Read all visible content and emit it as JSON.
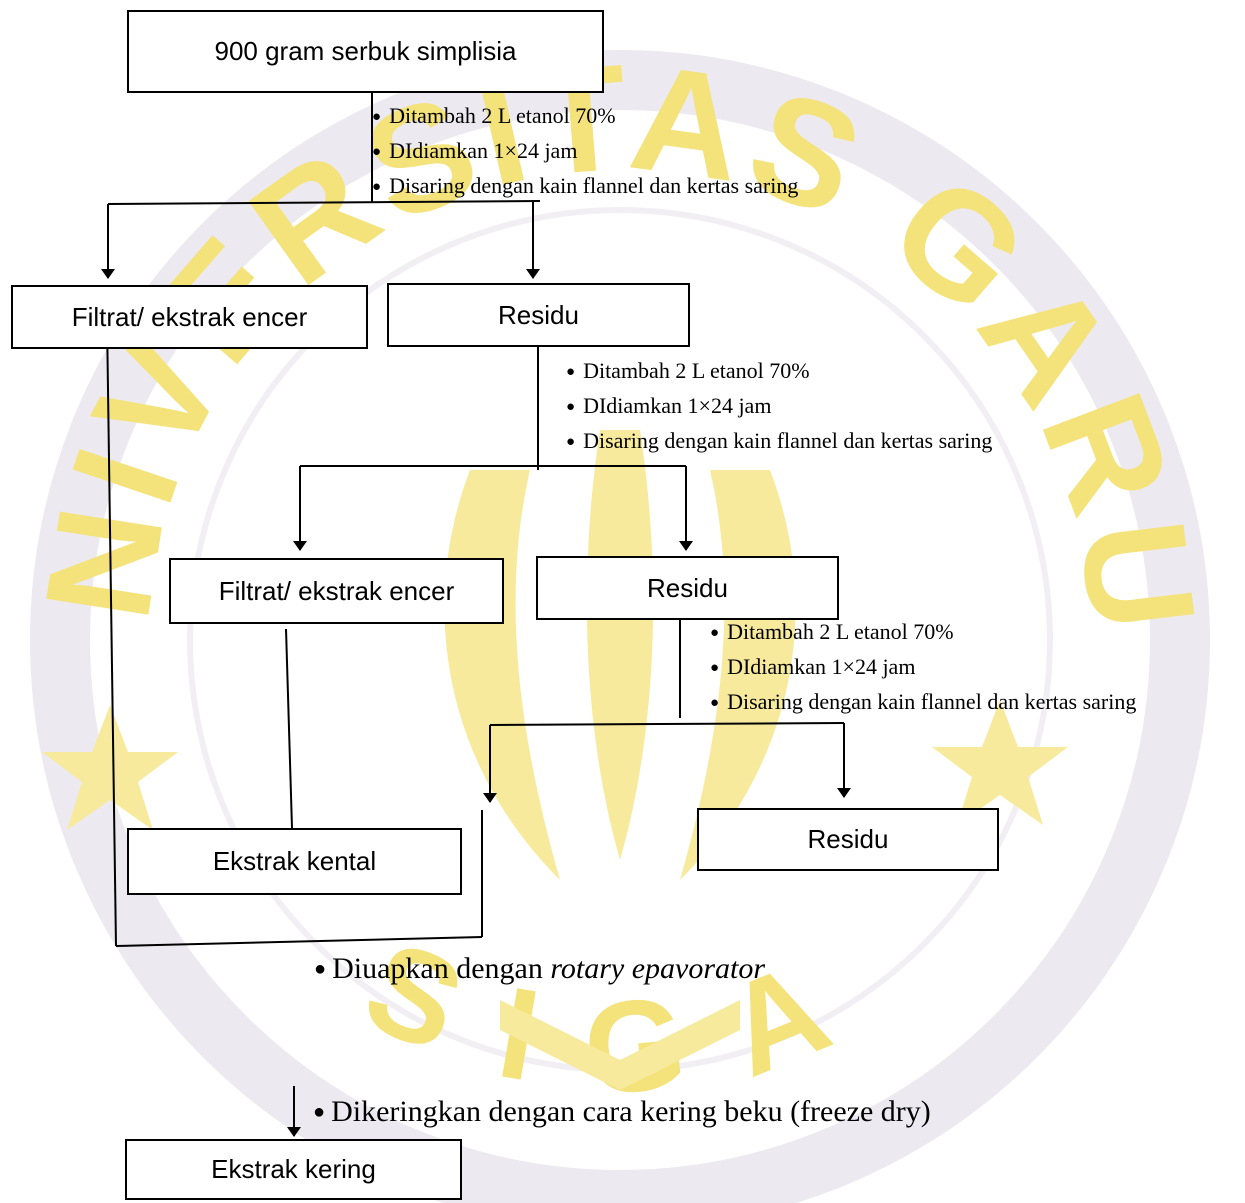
{
  "watermark": {
    "text_top": "UNIVERSITAS GARUT",
    "text_bottom": "SIGA",
    "color": "#f4e27a",
    "ring_color": "#e8e6ec"
  },
  "boxes": {
    "start": "900 gram serbuk simplisia",
    "filtrat1": "Filtrat/ ekstrak encer",
    "residu1": "Residu",
    "filtrat2": "Filtrat/ ekstrak encer",
    "residu2": "Residu",
    "residu3": "Residu",
    "ekstrak_kental": "Ekstrak kental",
    "ekstrak_kering": "Ekstrak kering"
  },
  "steps": {
    "step1": [
      "Ditambah 2 L etanol 70%",
      "DIdiamkan 1×24 jam",
      "Disaring dengan kain flannel dan kertas saring"
    ],
    "step2": [
      "Ditambah 2 L etanol 70%",
      "DIdiamkan 1×24 jam",
      "Disaring dengan kain flannel dan kertas saring"
    ],
    "step3": [
      "Ditambah 2 L etanol 70%",
      "DIdiamkan 1×24 jam",
      "Disaring dengan kain flannel dan kertas saring"
    ]
  },
  "notes": {
    "evaporate_prefix": "Diuapkan dengan ",
    "evaporate_italic": "rotary epavorator",
    "freeze_dry": "Dikeringkan dengan cara kering beku (freeze dry)"
  }
}
